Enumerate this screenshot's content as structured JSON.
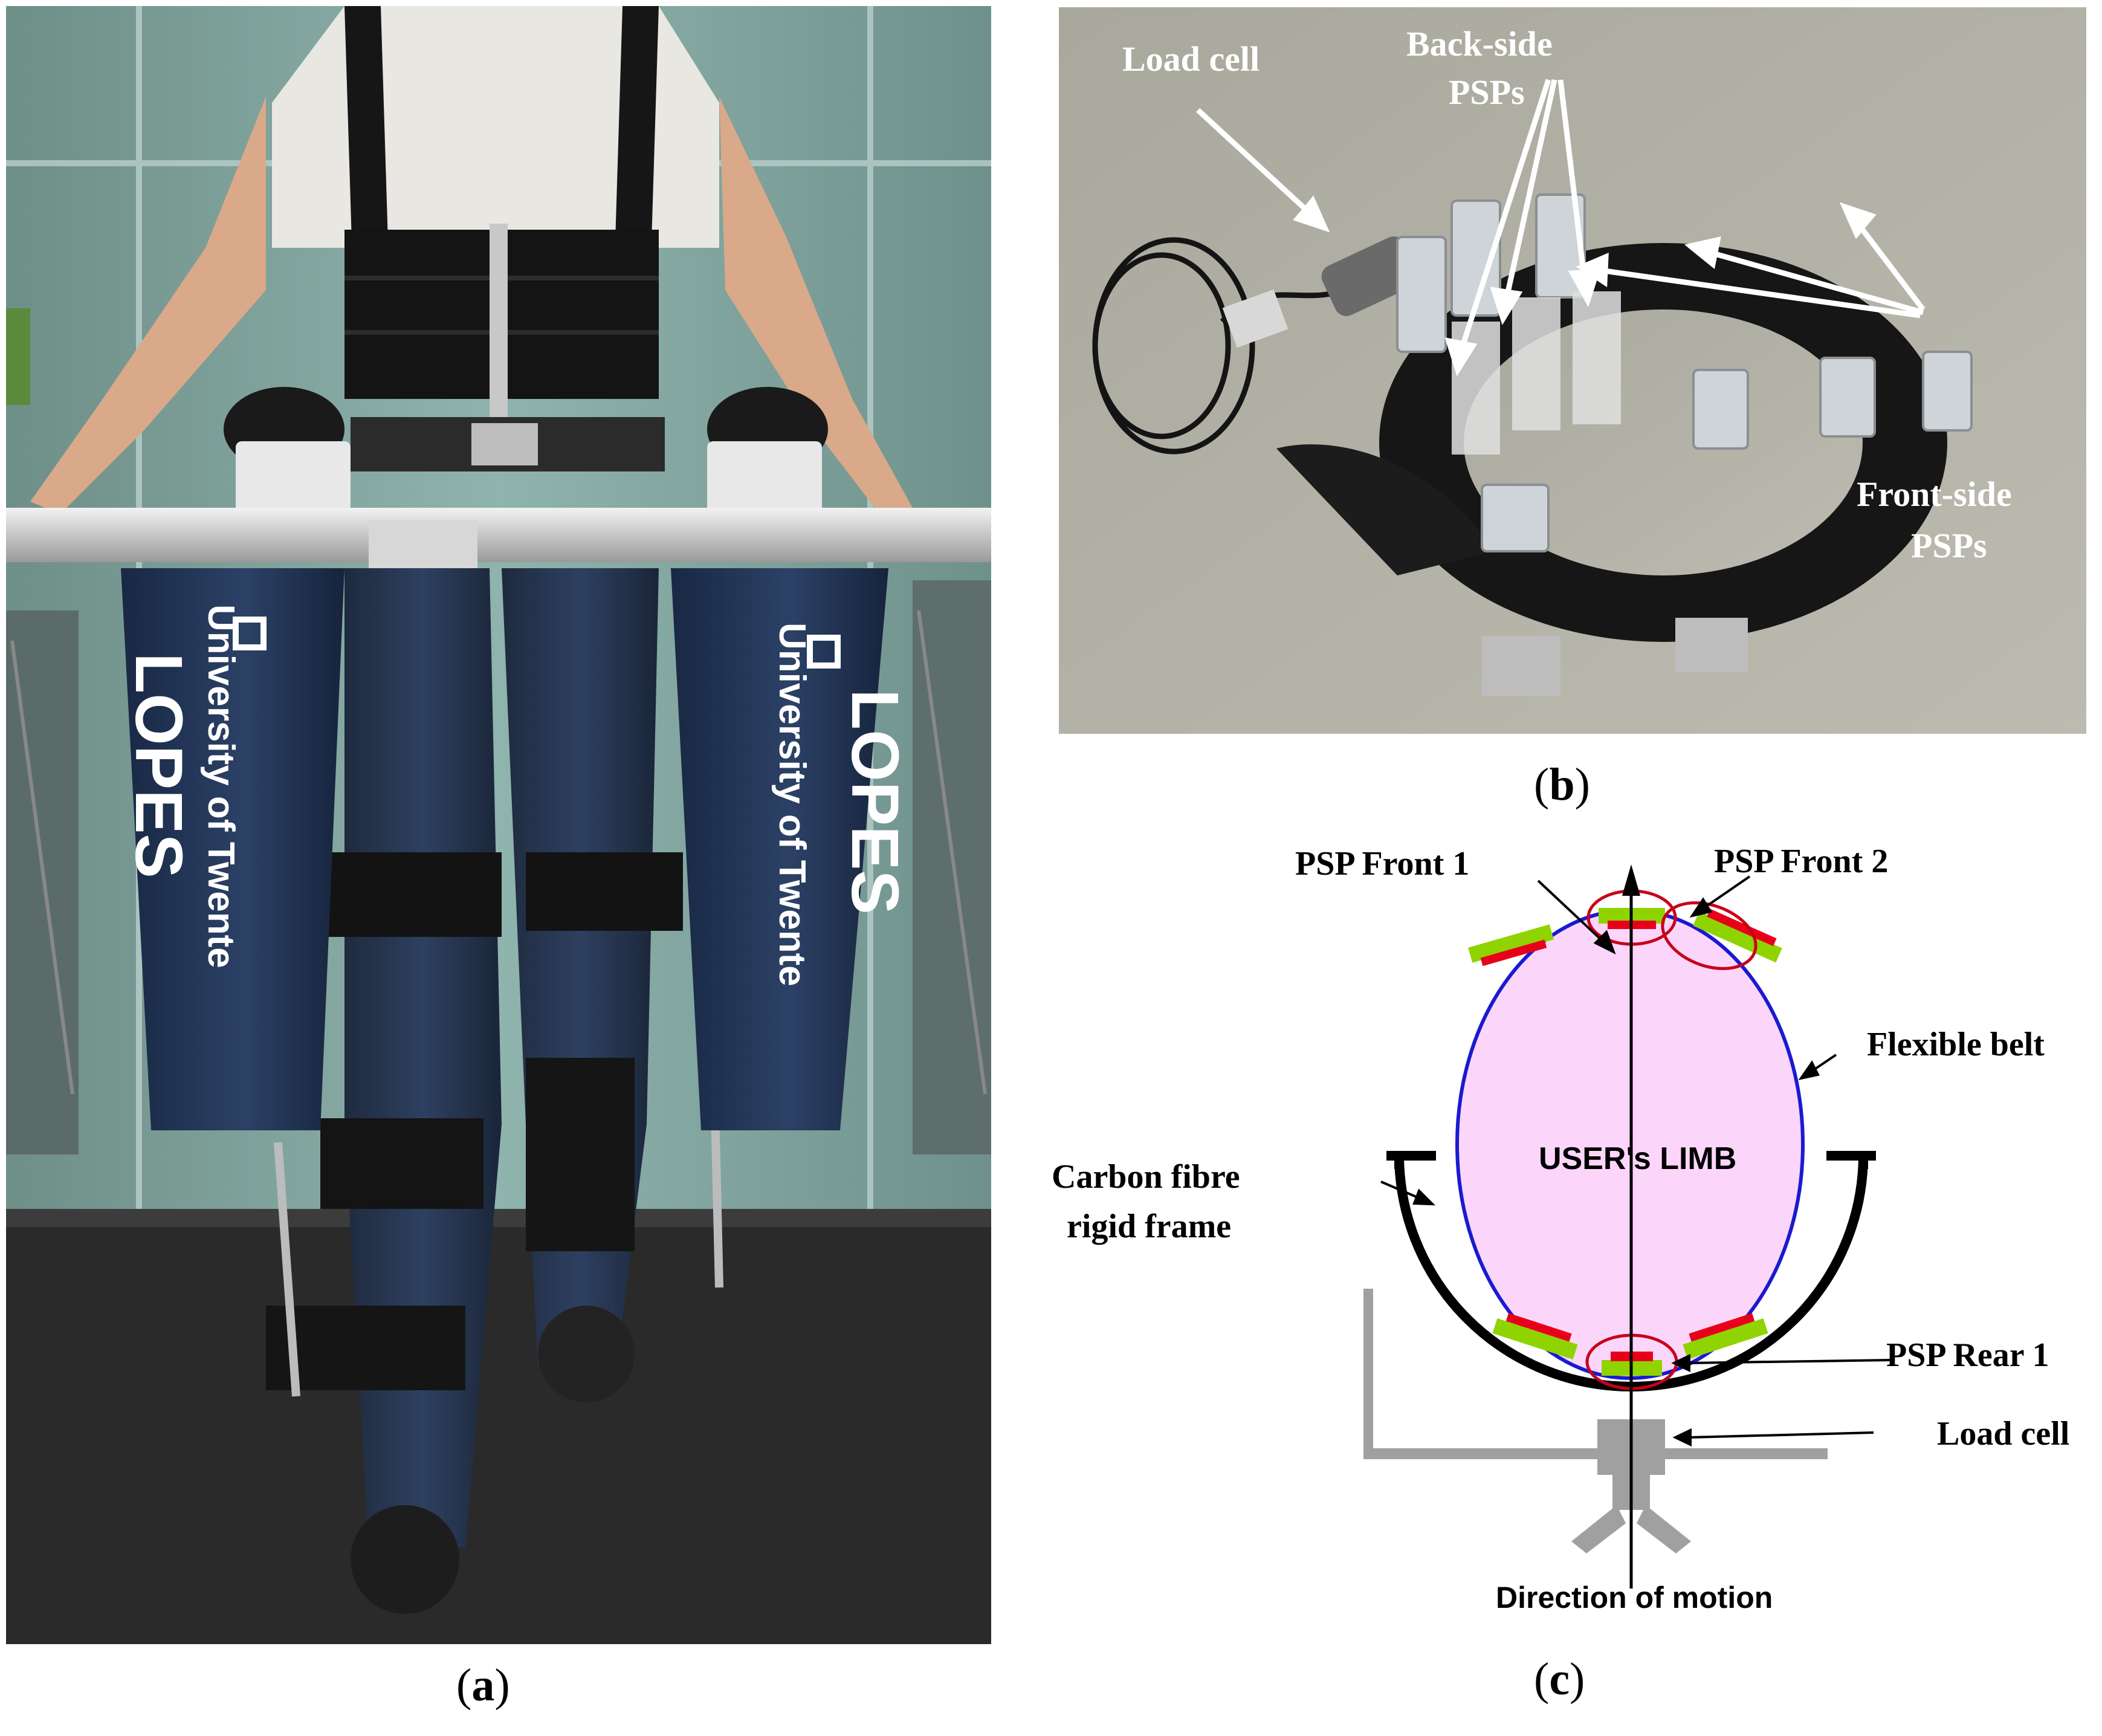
{
  "captions": {
    "a": {
      "open": "(",
      "letter": "a",
      "close": ")"
    },
    "b": {
      "open": "(",
      "letter": "b",
      "close": ")"
    },
    "c": {
      "open": "(",
      "letter": "c",
      "close": ")"
    }
  },
  "photo_a": {
    "logo_text_left": "University of Twente",
    "logo_text_right": "University of Twente",
    "device_text_left": "LOPES",
    "device_text_right": "LOPES"
  },
  "photo_b": {
    "labels": {
      "load_cell": "Load cell",
      "back_side_1": "Back-side",
      "back_side_2": "PSPs",
      "front_side_1": "Front-side",
      "front_side_2": "PSPs"
    }
  },
  "diagram_c": {
    "labels": {
      "psp_front_1": "PSP Front 1",
      "psp_front_2": "PSP Front 2",
      "flexible_belt": "Flexible belt",
      "users_limb": "USER's LIMB",
      "carbon_1": "Carbon fibre",
      "carbon_2": "rigid frame",
      "psp_rear_1": "PSP Rear 1",
      "load_cell": "Load cell",
      "direction": "Direction of motion"
    },
    "colors": {
      "limb_fill": "#fcd6fa",
      "belt": "#1a1ad0",
      "psp_green": "#8fd400",
      "psp_red": "#e8001a",
      "circle": "#c8001a",
      "frame": "#000000",
      "support": "#a0a0a0"
    }
  }
}
